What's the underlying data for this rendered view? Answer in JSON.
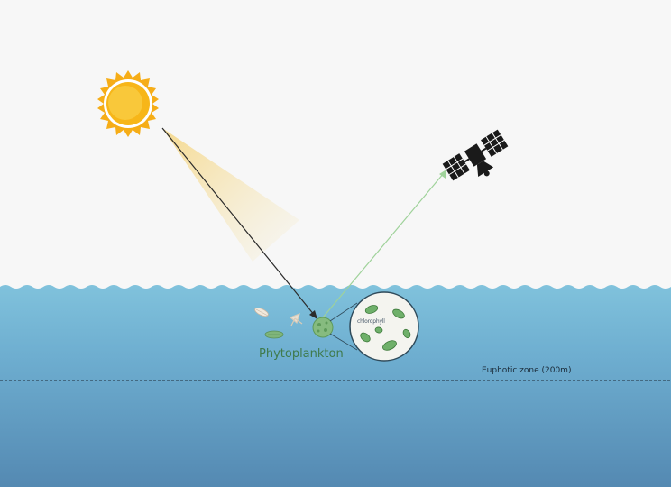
{
  "labels": {
    "phytoplankton": "Phytoplankton",
    "euphotic_zone": "Euphotic zone (200m)",
    "chlorophyll": "chlorophyll"
  },
  "colors": {
    "sky": "#f7f7f7",
    "water_top": "#80c2dc",
    "water_deep": "#5489b2",
    "sun": "#f7b619",
    "sun_core": "#f9c83a",
    "incoming_ray": "#2b2b2b",
    "reflected_ray": "#9fd29a",
    "phytoplankton": "#7fb57a",
    "satellite": "#1a1a1a"
  },
  "icons": {
    "sun": "sun-icon",
    "satellite": "satellite-icon",
    "magnifier": "magnifier-circle-icon"
  }
}
